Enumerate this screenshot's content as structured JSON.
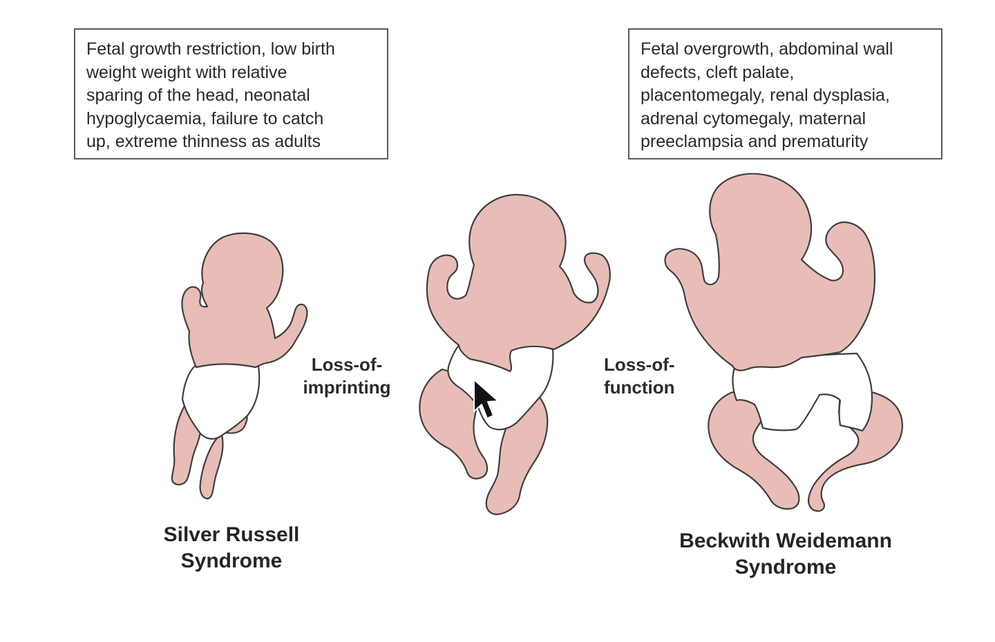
{
  "boxes": {
    "silver_russell_features": [
      "Fetal growth restriction, low birth",
      "weight weight with relative",
      "sparing of the head, neonatal",
      "hypoglycaemia, failure to catch",
      "up, extreme thinness as adults"
    ],
    "beckwith_weidemann_features": [
      "Fetal overgrowth, abdominal wall",
      "defects, cleft palate,",
      "placentomegaly, renal dysplasia,",
      "adrenal cytomegaly, maternal",
      "preeclampsia and prematurity"
    ]
  },
  "arrows": {
    "left": [
      "Loss-of-",
      "imprinting"
    ],
    "right": [
      "Loss-of-",
      "function"
    ]
  },
  "syndromes": {
    "left": [
      "Silver Russell",
      "Syndrome"
    ],
    "right": [
      "Beckwith Weidemann",
      "Syndrome"
    ]
  },
  "colors": {
    "skin": "#e8bdb7",
    "outline": "#3e3e3e",
    "diaper": "#ffffff",
    "cursor": "#111111"
  },
  "icons": {
    "cursor": "mouse-pointer-icon"
  }
}
